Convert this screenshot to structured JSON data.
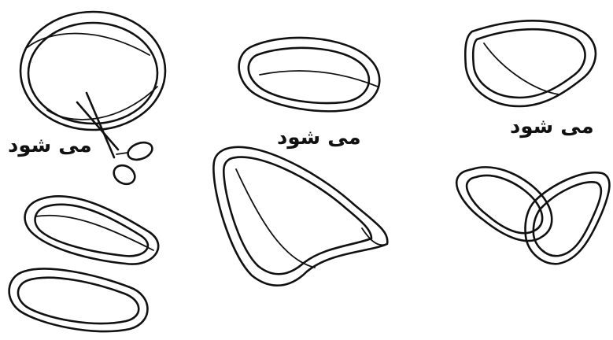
{
  "captions": {
    "left": "می شود",
    "middle": "می شود",
    "right": "می شود"
  },
  "colors": {
    "ink": "#111111",
    "background": "#ffffff"
  }
}
